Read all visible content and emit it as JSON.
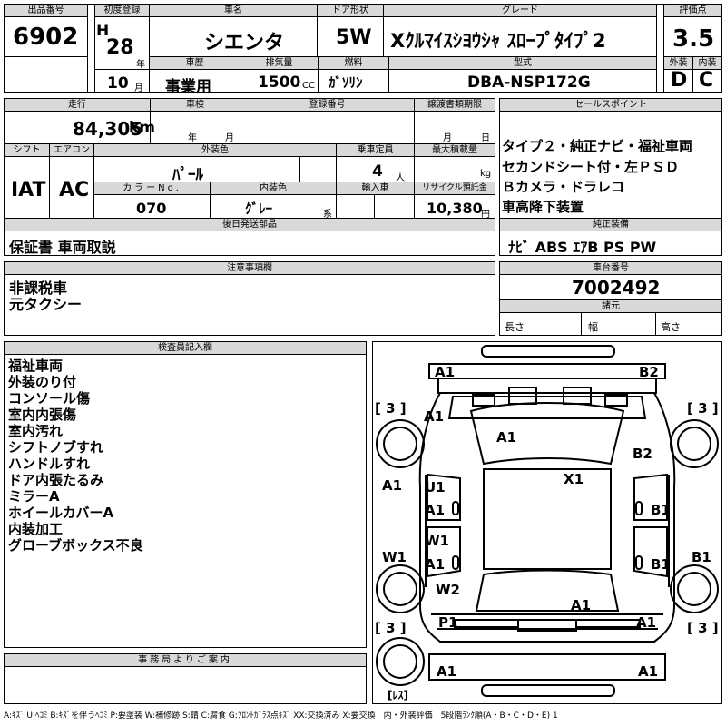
{
  "header": {
    "lot_label": "出品番号",
    "lot_no": "6902",
    "first_reg_label": "初度登録",
    "era": "H",
    "year": "28",
    "year_unit": "年",
    "month": "10",
    "month_unit": "月",
    "car_name_label": "車名",
    "car_name": "シエンタ",
    "door_label": "ドア形状",
    "door": "5W",
    "grade_label": "グレード",
    "grade": "Xｸﾙﾏｲｽｼﾖｳｼｬ ｽﾛｰﾌﾟﾀｲﾌﾟ2",
    "score_label": "評価点",
    "score": "3.5",
    "history_label": "車歴",
    "history": "事業用",
    "displacement_label": "排気量",
    "displacement": "1500",
    "cc": "CC",
    "fuel_label": "燃料",
    "fuel": "ｶﾞｿﾘﾝ",
    "model_label": "型式",
    "model": "DBA-NSP172G",
    "ext_label": "外装",
    "ext_score": "D",
    "int_label": "内装",
    "int_score": "C"
  },
  "row2": {
    "mileage_label": "走行",
    "mileage": "84,305",
    "km": "km",
    "inspection_label": "車検",
    "ins_year": "年",
    "ins_month": "月",
    "reg_label": "登録番号",
    "transfer_label": "譲渡書類期限",
    "tr_month": "月",
    "tr_day": "日",
    "shift_label": "シフト",
    "shift": "IAT",
    "ac_label": "エアコン",
    "ac": "AC",
    "color_label": "外装色",
    "color": "ﾊﾟｰﾙ",
    "seats_label": "乗車定員",
    "seats": "4",
    "seats_unit": "人",
    "load_label": "最大積載量",
    "load_unit": "kg",
    "color_no_label": "カラーNo.",
    "color_no": "070",
    "int_color_label": "内装色",
    "int_color": "ｸﾞﾚｰ",
    "int_color_unit": "系",
    "import_label": "輸入車",
    "recycle_label": "リサイクル預託金",
    "recycle": "10,380",
    "yen": "円"
  },
  "sales": {
    "label": "セールスポイント",
    "lines": [
      "タイプ２・純正ナビ・福祉車両",
      "セカンドシート付・左ＰＳＤ",
      "Ｂカメラ・ドラレコ",
      "車高降下装置"
    ]
  },
  "later": {
    "label": "後日発送部品",
    "text": "保証書 車両取説"
  },
  "equip": {
    "label": "純正装備",
    "text": "ﾅﾋﾞ ABS ｴｱB PS PW"
  },
  "caution": {
    "label": "注意事項欄",
    "lines": [
      "非課税車",
      "元タクシー"
    ]
  },
  "chassis": {
    "label": "車台番号",
    "number": "7002492"
  },
  "dims": {
    "label": "諸元",
    "length": "長さ",
    "width": "幅",
    "height": "高さ"
  },
  "inspector": {
    "label": "検査員記入欄",
    "lines": [
      "福祉車両",
      "外装のり付",
      "コンソール傷",
      "室内内張傷",
      "室内汚れ",
      "シフトノブすれ",
      "ハンドルすれ",
      "ドア内張たるみ",
      "ミラーA",
      "ホイールカバーA",
      "内装加工",
      "グローブボックス不良"
    ]
  },
  "office": {
    "label": "事務局よりご案内"
  },
  "diagram": {
    "tread_fl": "[ 3 ]",
    "tread_fr": "[ 3 ]",
    "tread_rl": "[ 3 ]",
    "tread_rr": "[ 3 ]",
    "spare": "[ﾚｽ]",
    "marks": [
      "A1",
      "B2",
      "A1",
      "A1",
      "B2",
      "X1",
      "A1",
      "U1",
      "A1",
      "B1",
      "W1",
      "W1",
      "A1",
      "B1",
      "B1",
      "W2",
      "A1",
      "P1",
      "A1",
      "A1",
      "A1"
    ]
  },
  "footer": {
    "legend": "A:ｷｽﾞ U:ﾍｺﾐ B:ｷｽﾞを伴うﾍｺﾐ P:要塗装 W:補修跡 S:錆 C:腐食 G:ﾌﾛﾝﾄｶﾞﾗｽ点ｷｽﾞ XX:交換済み X:要交換　内・外装評価　5段階ﾗﾝｸ順(A・B・C・D・E) 1"
  }
}
